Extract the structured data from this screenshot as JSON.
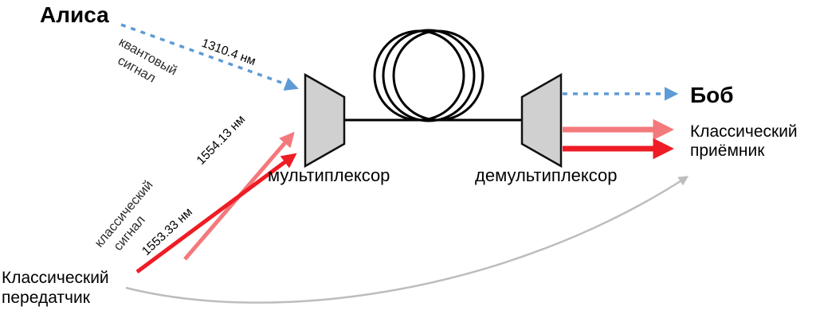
{
  "diagram": {
    "nodes": {
      "alice": "Алиса",
      "bob": "Боб",
      "multiplexer": "мультиплексор",
      "demultiplexer": "демультиплексор",
      "transmitter_line1": "Классический",
      "transmitter_line2": "передатчик",
      "receiver_line1": "Классический",
      "receiver_line2": "приёмник"
    },
    "signals": {
      "quantum_line1": "квантовый",
      "quantum_line2": "сигнал",
      "quantum_wavelength": "1310.4 нм",
      "classical_line1": "классический",
      "classical_line2": "сигнал",
      "classical_wavelength_upper": "1554.13 нм",
      "classical_wavelength_lower": "1553.33 нм"
    },
    "colors": {
      "quantum_blue": "#5c9bd6",
      "wavelength_label_blue": "#3a78c2",
      "classical_salmon": "#f4797c",
      "classical_red": "#ee1c25",
      "component_fill": "#d0d0d0",
      "component_stroke": "#111111",
      "fiber_black": "#000000",
      "curve_gray": "#bdbdbd"
    }
  }
}
